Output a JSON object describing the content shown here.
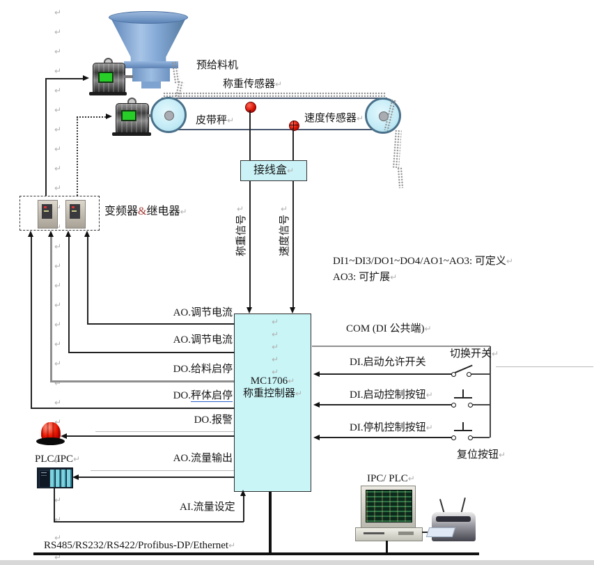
{
  "glyphs": {
    "return_mark": "↵"
  },
  "colors": {
    "controller_fill": "#c9f5f7",
    "junction_fill": "#cbf3f7",
    "alarm_red": "#e81500",
    "sensor_red": "#cc0000",
    "hopper_blue": "#7fa3d0",
    "link_underline": "#2b62c9",
    "bus_black": "#111111"
  },
  "feeder": {
    "label": "预给料机"
  },
  "belt": {
    "weight_sensor": "称重传感器",
    "scale": "皮带秤",
    "speed_sensor": "速度传感器"
  },
  "junction_box": {
    "label": "接线盒"
  },
  "drive_box": {
    "prefix": "变频器",
    "amp": "&",
    "suffix": "继电器"
  },
  "signals": {
    "weight": "称重信号",
    "speed": "速度信号"
  },
  "notes": {
    "line1": "DI1~DI3/DO1~DO4/AO1~AO3: 可定义",
    "line2": "AO3: 可扩展"
  },
  "controller": {
    "model": "MC1706",
    "name": "称重控制器"
  },
  "io_left": {
    "r1": "AO.调节电流",
    "r2": "AO.调节电流",
    "r3": "DO.给料启停",
    "r4_prefix": "DO.",
    "r4_link": "秤体启停",
    "r5": "DO.报警",
    "r6": "AO.流量输出",
    "r7": "AI.流量设定"
  },
  "io_right": {
    "com": "COM (DI 公共端)",
    "di_enable": "DI.启动允许开关",
    "switch_label": "切换开关",
    "di_start": "DI.启动控制按钮",
    "di_stop": "DI.停机控制按钮",
    "reset": "复位按钮"
  },
  "bottom": {
    "plc": "PLC/IPC",
    "ipc": "IPC/ PLC",
    "bus": "RS485/RS232/RS422/Profibus-DP/Ethernet"
  }
}
